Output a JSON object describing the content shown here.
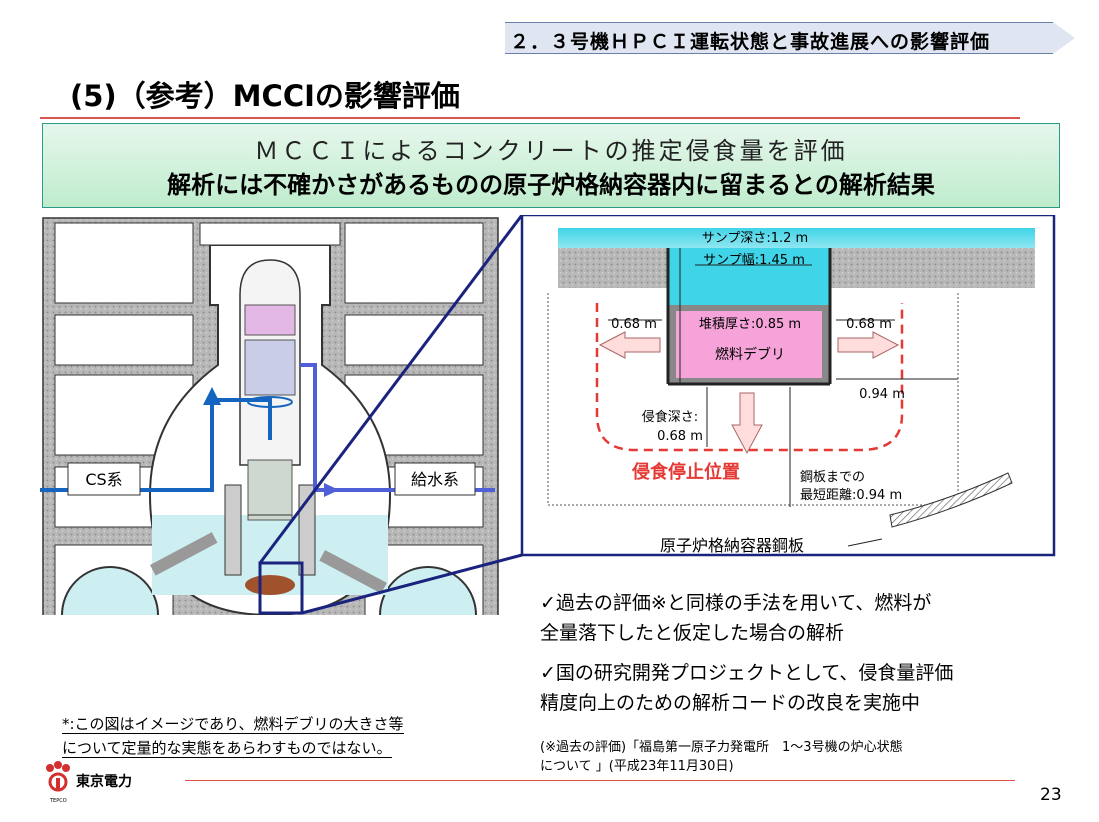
{
  "header": {
    "section_label": "２．３号機ＨＰＣＩ運転状態と事故進展への影響評価",
    "page_title": "(5)（参考）MCCIの影響評価"
  },
  "summary": {
    "line1": "ＭＣＣＩによるコンクリートの推定侵食量を評価",
    "line2": "解析には不確かさがあるものの原子炉格納容器内に留まるとの解析結果"
  },
  "diagram": {
    "cs_system": "CS系",
    "feedwater_system": "給水系",
    "sump_depth": "サンプ深さ:1.2 m",
    "sump_width": "サンプ幅:1.45 m",
    "left_erosion": "0.68 m",
    "right_erosion": "0.68 m",
    "deposit_thickness": "堆積厚さ:0.85 m",
    "fuel_debris": "燃料デブリ",
    "side_distance": "0.94 m",
    "erosion_depth_1": "侵食深さ:",
    "erosion_depth_2": "0.68 m",
    "erosion_stop": "侵食停止位置",
    "min_distance_1": "鋼板までの",
    "min_distance_2": "最短距離:0.94 m",
    "steel_plate": "原子炉格納容器鋼板"
  },
  "notes": {
    "figure_note_1": "*:この図はイメージであり、燃料デブリの大きさ等",
    "figure_note_2": "について定量的な実態をあらわすものではない。",
    "bullet1_line1": "✓過去の評価※と同様の手法を用いて、燃料が",
    "bullet1_line2": "全量落下したと仮定した場合の解析",
    "bullet2_line1": "✓国の研究開発プロジェクトとして、侵食量評価",
    "bullet2_line2": "精度向上のための解析コードの改良を実施中",
    "reference_line1": "(※過去の評価)「福島第一原子力発電所　1～3号機の炉心状態",
    "reference_line2": "について 」(平成23年11月30日)"
  },
  "footer": {
    "company": "東京電力",
    "company_en": "TEPCO",
    "page_number": "23"
  },
  "colors": {
    "accent_red": "#d9534f",
    "frame_navy": "#1a237e",
    "water_cyan": "#3fd4e8",
    "debris_pink": "#f5a3d9",
    "flow_blue": "#1565c0"
  }
}
